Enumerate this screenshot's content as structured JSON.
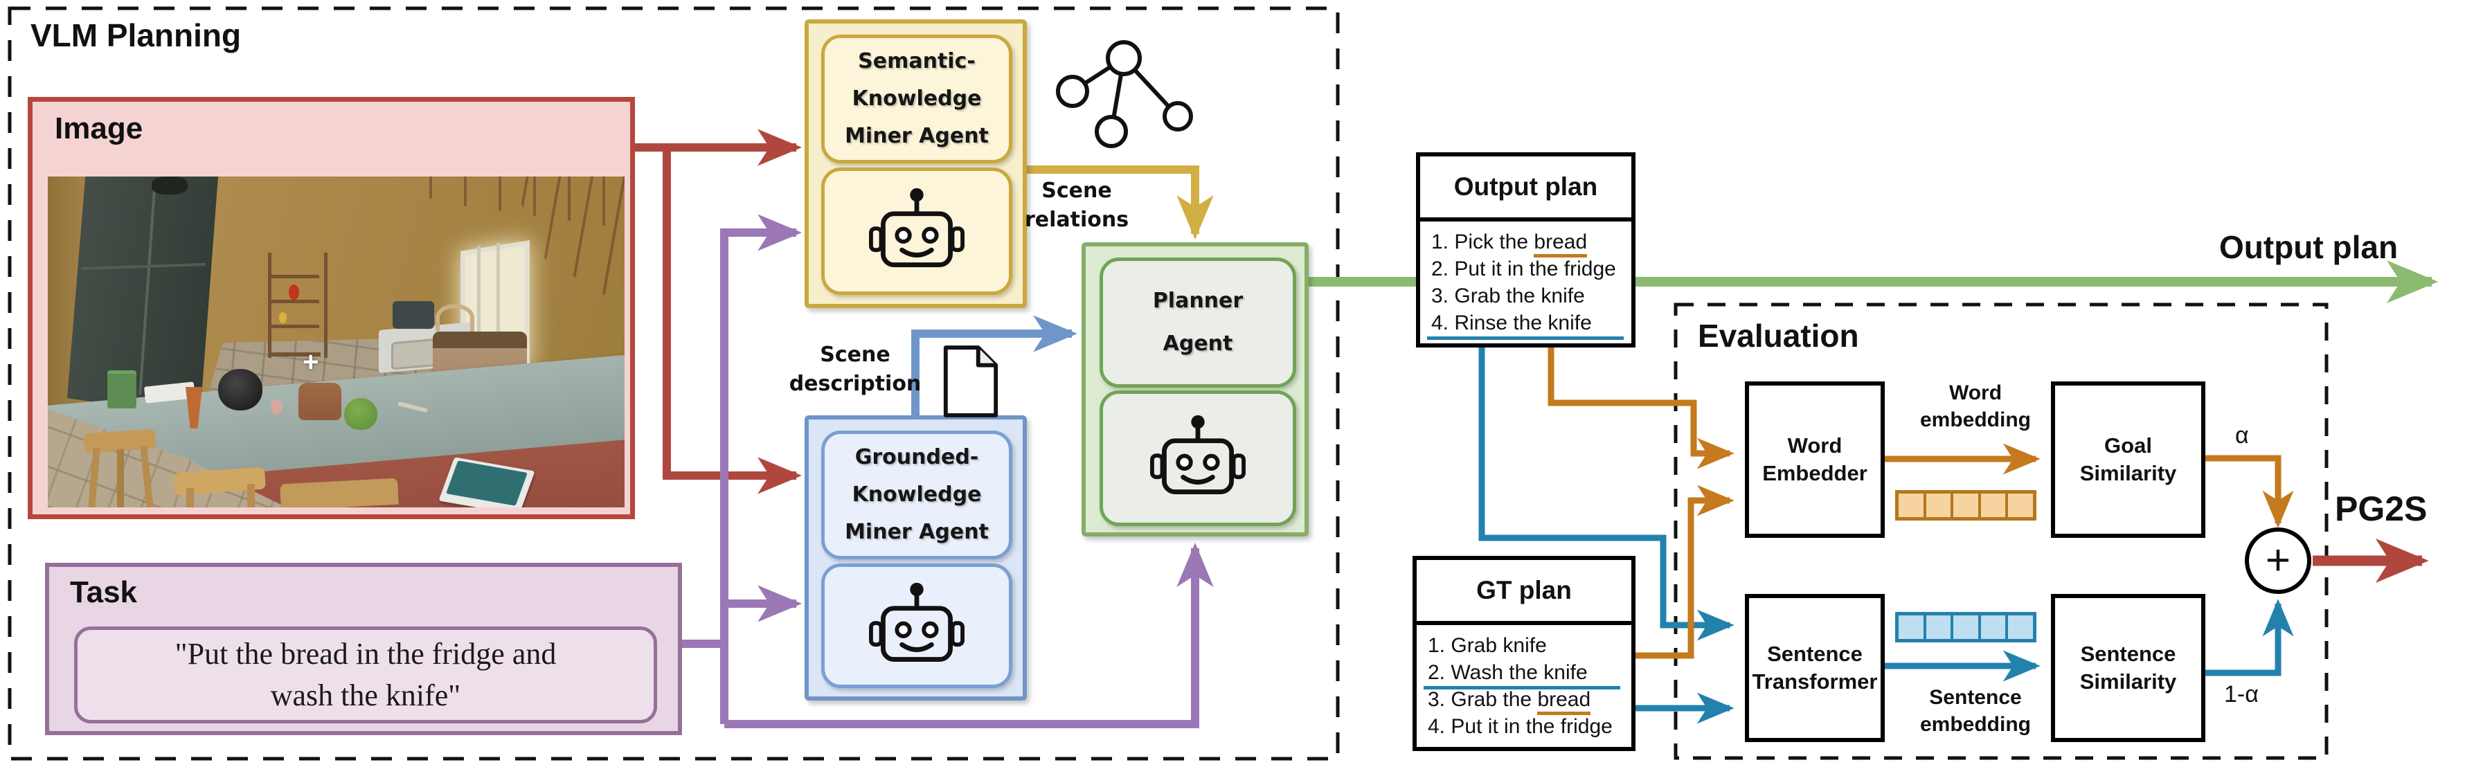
{
  "diagram": {
    "vlm_planning": {
      "title": "VLM Planning",
      "image_panel": {
        "label": "Image"
      },
      "task_panel": {
        "label": "Task",
        "quote_line1": "\"Put the bread in the fridge and",
        "quote_line2": "wash the knife\""
      },
      "semantic_agent": {
        "lines": [
          "Semantic-",
          "Knowledge",
          "Miner Agent"
        ]
      },
      "grounded_agent": {
        "lines": [
          "Grounded-",
          "Knowledge",
          "Miner Agent"
        ]
      },
      "planner_agent": {
        "lines": [
          "Planner",
          "Agent"
        ]
      },
      "scene_relations_label": {
        "lines": [
          "Scene",
          "relations"
        ]
      },
      "scene_description_label": {
        "lines": [
          "Scene",
          "description"
        ]
      }
    },
    "output_plan_box": {
      "title": "Output plan",
      "items": [
        {
          "segments": [
            {
              "t": "1. Pick the "
            },
            {
              "t": "bread",
              "u": "orange"
            }
          ]
        },
        {
          "segments": [
            {
              "t": "2. Put it in the fridge"
            }
          ]
        },
        {
          "segments": [
            {
              "t": "3. Grab the knife"
            }
          ]
        },
        {
          "segments": [
            {
              "t": "4. Rinse the knife"
            }
          ],
          "underline": "blue"
        }
      ]
    },
    "gt_plan_box": {
      "title": "GT plan",
      "items": [
        {
          "segments": [
            {
              "t": "1. Grab knife"
            }
          ]
        },
        {
          "segments": [
            {
              "t": "2. Wash the knife"
            }
          ],
          "underline": "blue"
        },
        {
          "segments": [
            {
              "t": "3. Grab the "
            },
            {
              "t": "bread",
              "u": "orange"
            }
          ]
        },
        {
          "segments": [
            {
              "t": "4. Put it in the fridge"
            }
          ]
        }
      ]
    },
    "evaluation": {
      "title": "Evaluation",
      "word_embedder": {
        "lines": [
          "Word",
          "Embedder"
        ]
      },
      "goal_similarity": {
        "lines": [
          "Goal",
          "Similarity"
        ]
      },
      "sentence_transformer": {
        "lines": [
          "Sentence",
          "Transformer"
        ]
      },
      "sentence_similarity": {
        "lines": [
          "Sentence",
          "Similarity"
        ]
      },
      "word_embedding_label": {
        "lines": [
          "Word",
          "embedding"
        ]
      },
      "sentence_embedding_label": {
        "lines": [
          "Sentence",
          "embedding"
        ]
      },
      "alpha_label": "α",
      "one_minus_alpha_label": "1-α",
      "sum_symbol": "+"
    },
    "outputs": {
      "output_plan_arrow_label": "Output plan",
      "pg2s_label": "PG2S"
    },
    "icons": {
      "robot": "robot-icon",
      "scene_graph": "graph-icon",
      "document": "document-icon",
      "sum": "plus-circle-icon",
      "crosshair": "+"
    },
    "colors": {
      "image_flow_red": "#b0473f",
      "task_flow_purple": "#9b77b5",
      "scene_relations_gold": "#d1af45",
      "scene_description_blue": "#6e96c8",
      "output_plan_green": "#8cba70",
      "goal_branch_orange": "#c47a1d",
      "sentence_branch_teal": "#2382ad",
      "pg2s_red": "#b0473f"
    }
  }
}
